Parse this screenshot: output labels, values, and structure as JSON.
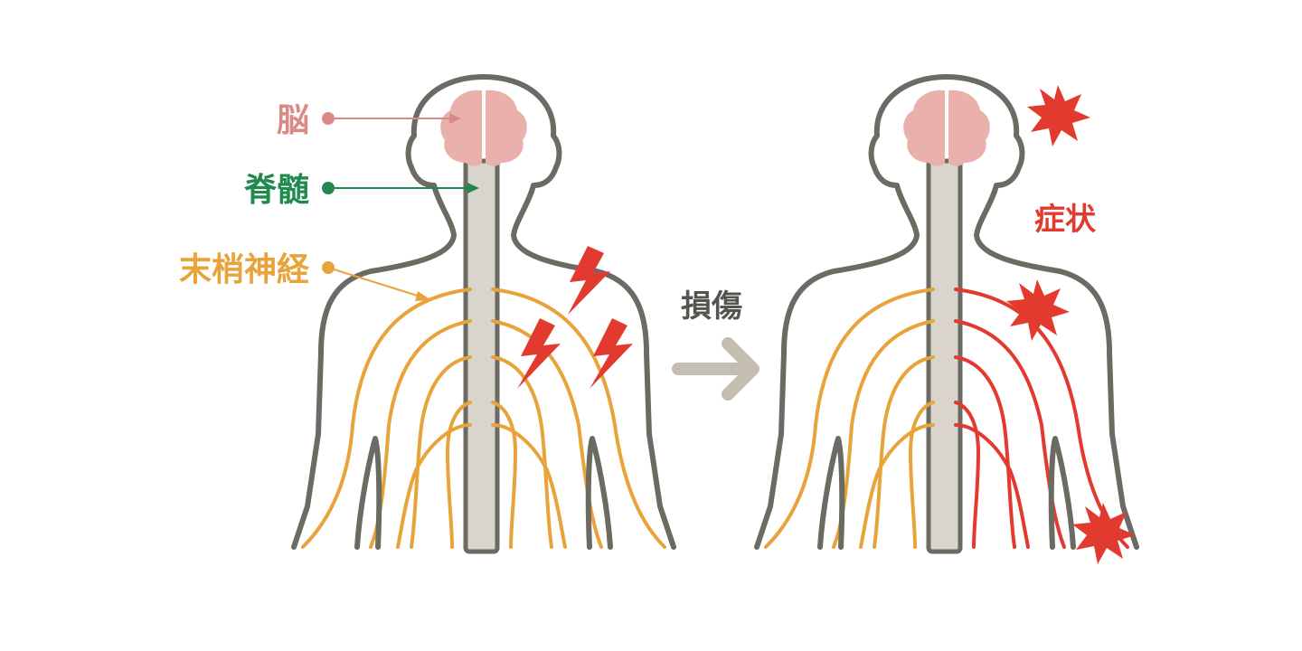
{
  "labels": {
    "brain": "脳",
    "spinal_cord": "脊髄",
    "peripheral_nerve": "末梢神経",
    "injury": "損傷",
    "symptom": "症状"
  },
  "colors": {
    "outline": "#6b6b63",
    "spine": "#d9d5cc",
    "brain": "#e9b0ac",
    "nerve": "#e8a33a",
    "damaged_nerve": "#e23a2e",
    "brain_label": "#d98a86",
    "spine_label": "#1f8a4c",
    "nerve_label": "#e8a33a",
    "injury_label": "#555550",
    "arrow": "#c3bdb2",
    "symptom": "#e23a2e"
  },
  "icons": [
    "lightning-bolt-icon",
    "starburst-icon",
    "right-arrow-icon"
  ]
}
